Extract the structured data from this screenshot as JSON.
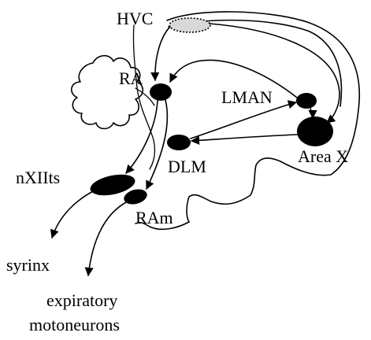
{
  "labels": {
    "hvc": "HVC",
    "ra": "RA",
    "lman": "LMAN",
    "area_x": "Area X",
    "dlm": "DLM",
    "nxiits": "nXIIts",
    "ram": "RAm",
    "syrinx": "syrinx",
    "expiratory": "expiratory",
    "motoneurons": "motoneurons"
  },
  "colors": {
    "ink": "#000000",
    "background": "#ffffff",
    "hvc_fill": "#d8d8d8"
  }
}
